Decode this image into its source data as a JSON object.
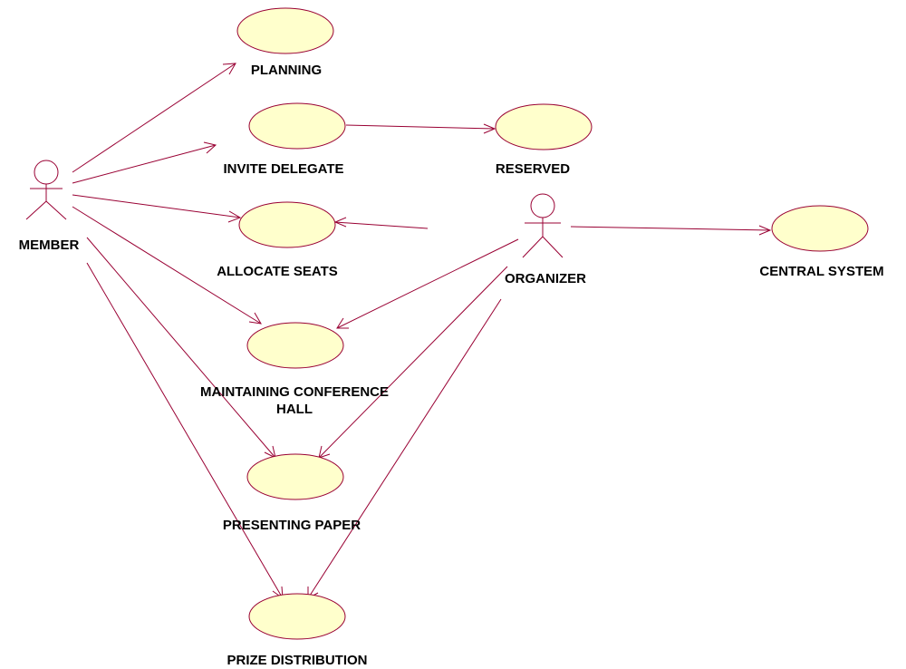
{
  "diagram": {
    "type": "use-case",
    "actors": {
      "member": "MEMBER",
      "organizer": "ORGANIZER"
    },
    "use_cases": {
      "planning": "PLANNING",
      "invite_delegate": "INVITE DELEGATE",
      "reserved": "RESERVED",
      "allocate_seats": "ALLOCATE SEATS",
      "central_system": "CENTRAL SYSTEM",
      "maintaining_hall_line1": "MAINTAINING CONFERENCE",
      "maintaining_hall_line2": "HALL",
      "presenting_paper": "PRESENTING PAPER",
      "prize_distribution": "PRIZE DISTRIBUTION"
    },
    "associations": [
      {
        "from": "MEMBER",
        "to": "PLANNING"
      },
      {
        "from": "MEMBER",
        "to": "INVITE DELEGATE"
      },
      {
        "from": "MEMBER",
        "to": "ALLOCATE SEATS"
      },
      {
        "from": "MEMBER",
        "to": "MAINTAINING CONFERENCE HALL"
      },
      {
        "from": "MEMBER",
        "to": "PRESENTING PAPER"
      },
      {
        "from": "MEMBER",
        "to": "PRIZE DISTRIBUTION"
      },
      {
        "from": "INVITE DELEGATE",
        "to": "RESERVED"
      },
      {
        "from": "ORGANIZER",
        "to": "ALLOCATE SEATS"
      },
      {
        "from": "ORGANIZER",
        "to": "CENTRAL SYSTEM"
      },
      {
        "from": "ORGANIZER",
        "to": "MAINTAINING CONFERENCE HALL"
      },
      {
        "from": "ORGANIZER",
        "to": "PRESENTING PAPER"
      },
      {
        "from": "ORGANIZER",
        "to": "PRIZE DISTRIBUTION"
      }
    ],
    "colors": {
      "line": "#990033",
      "use_case_fill": "#ffffcc"
    }
  }
}
